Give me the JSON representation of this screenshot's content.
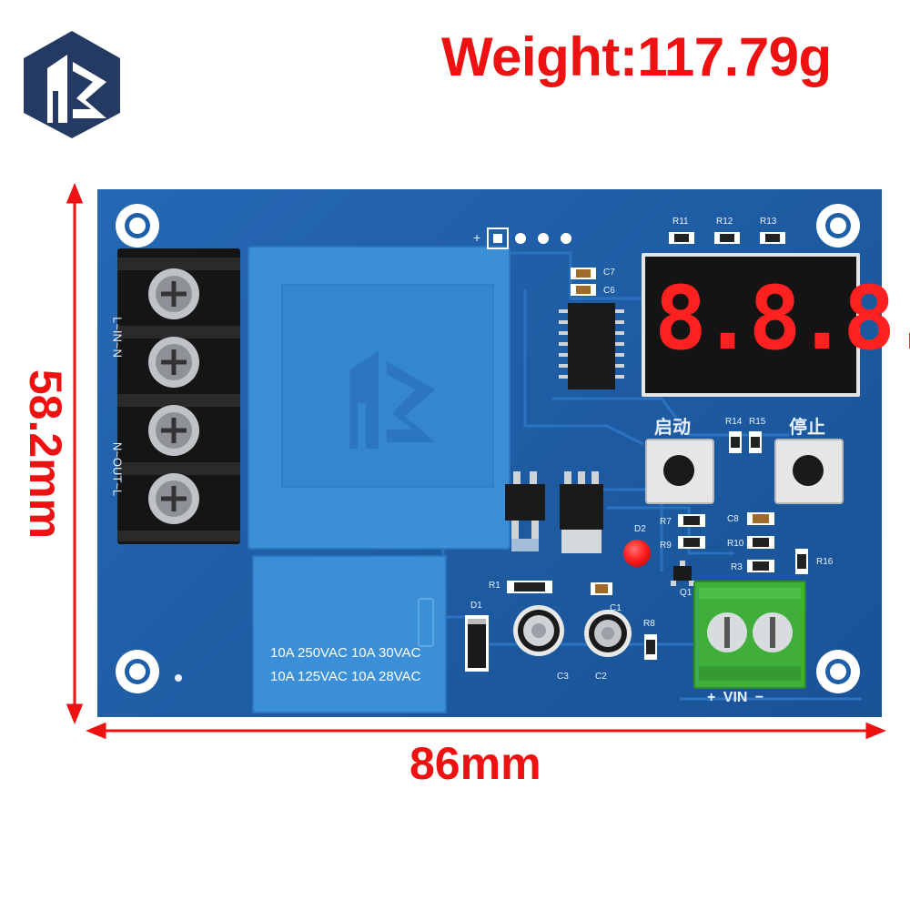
{
  "title": "Weight:117.79g",
  "dimensions": {
    "width": "86mm",
    "height": "58.2mm"
  },
  "board": {
    "terminal_left_labels": [
      "L~IN~N",
      "N~OUT~L"
    ],
    "relay_labels": [
      "10A 250VAC 10A 30VAC",
      "10A 125VAC 10A 28VAC"
    ],
    "display_digits": "8.8.8.",
    "button_labels": {
      "start": "启动",
      "stop": "停止"
    },
    "vin_label": "+ VIN −",
    "resistor_labels": [
      "R11",
      "R12",
      "R13",
      "R14",
      "R15",
      "R7",
      "R9",
      "R10",
      "R3",
      "R16",
      "R8",
      "R1"
    ],
    "capacitor_labels": [
      "C7",
      "C6",
      "C8",
      "C1",
      "C2",
      "C3"
    ],
    "other_labels": [
      "D1",
      "D2",
      "Q1"
    ],
    "header_label": "+"
  },
  "colors": {
    "dimension_red": "#ee1111",
    "pcb_blue": "#1f5fa8",
    "relay_blue": "#3a8fd6",
    "led_red": "#ff2020",
    "terminal_green": "#3fae3a",
    "logo_navy": "#243a63"
  },
  "icons": {
    "logo": "hs-logo"
  }
}
